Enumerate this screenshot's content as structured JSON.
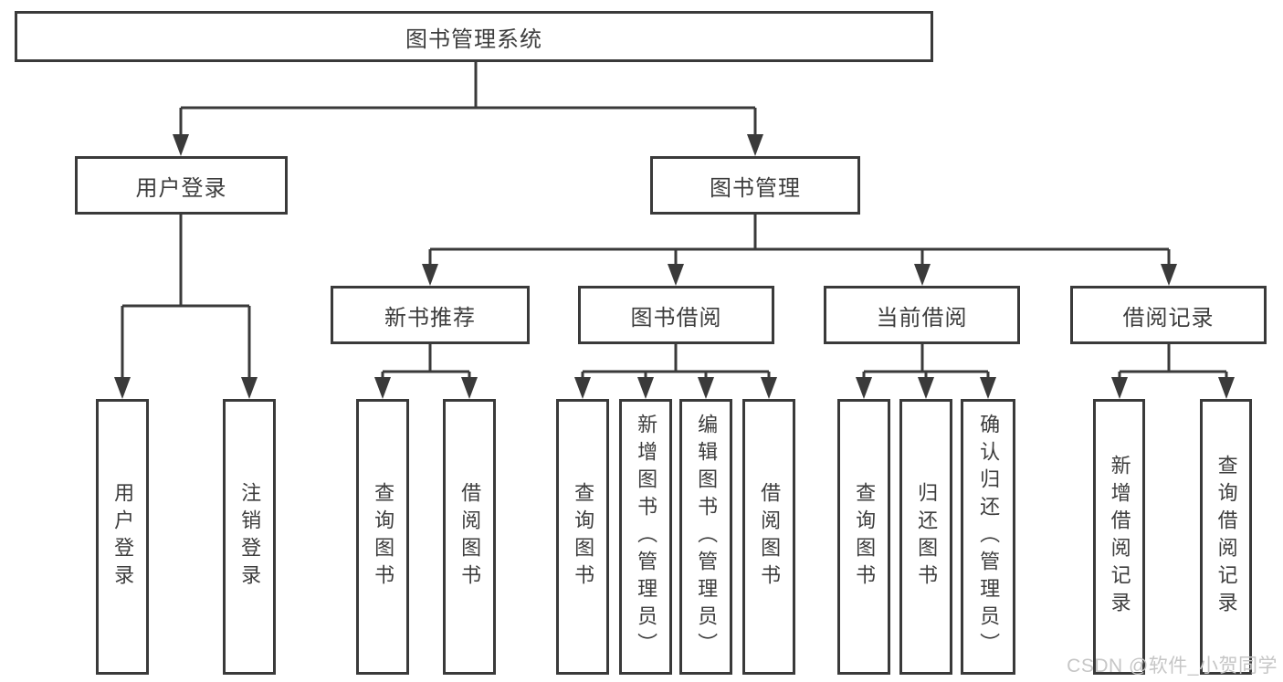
{
  "tree": {
    "root": {
      "label": "图书管理系统"
    },
    "branches": [
      {
        "label": "用户登录",
        "children": [
          "用户登录",
          "注销登录"
        ]
      },
      {
        "label": "图书管理",
        "sections": [
          {
            "label": "新书推荐",
            "children": [
              "查询图书",
              "借阅图书"
            ]
          },
          {
            "label": "图书借阅",
            "children": [
              "查询图书",
              "新增图书（管理员）",
              "编辑图书（管理员）",
              "借阅图书"
            ]
          },
          {
            "label": "当前借阅",
            "children": [
              "查询图书",
              "归还图书",
              "确认归还（管理员）"
            ]
          },
          {
            "label": "借阅记录",
            "children": [
              "新增借阅记录",
              "查询借阅记录"
            ]
          }
        ]
      }
    ]
  },
  "watermark": {
    "text": "CSDN @软件_小贺同学",
    "color": "#c6c6c6"
  },
  "colors": {
    "line": "#3a3a3a",
    "text": "#3d3d3d",
    "background": "#ffffff"
  }
}
